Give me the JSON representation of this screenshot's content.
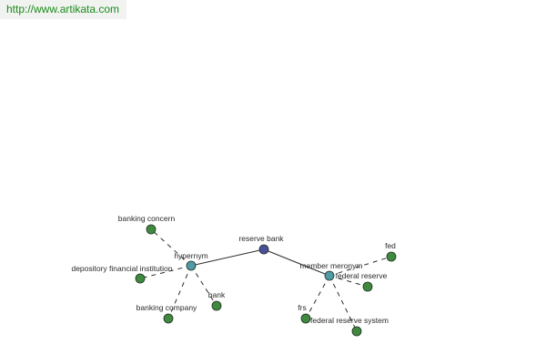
{
  "url": "http://www.artikata.com",
  "colors": {
    "root_node": "#4a4f9a",
    "relation_node": "#4f9aa5",
    "leaf_node": "#3f8a3f",
    "edge": "#2b2b2b"
  },
  "graph": {
    "nodes": [
      {
        "id": "root",
        "label": "reserve bank",
        "kind": "root"
      },
      {
        "id": "hyp",
        "label": "hypernym",
        "kind": "relation"
      },
      {
        "id": "mer",
        "label": "member meronym",
        "kind": "relation"
      },
      {
        "id": "bc",
        "label": "banking concern",
        "kind": "leaf"
      },
      {
        "id": "dfi",
        "label": "depository financial institution",
        "kind": "leaf"
      },
      {
        "id": "bco",
        "label": "banking company",
        "kind": "leaf"
      },
      {
        "id": "bank",
        "label": "bank",
        "kind": "leaf"
      },
      {
        "id": "fed",
        "label": "fed",
        "kind": "leaf"
      },
      {
        "id": "fr",
        "label": "federal reserve",
        "kind": "leaf"
      },
      {
        "id": "frs",
        "label": "frs",
        "kind": "leaf"
      },
      {
        "id": "frsys",
        "label": "federal reserve system",
        "kind": "leaf"
      }
    ],
    "edges": [
      {
        "from": "root",
        "to": "hyp",
        "style": "solid"
      },
      {
        "from": "root",
        "to": "mer",
        "style": "solid"
      },
      {
        "from": "hyp",
        "to": "bc",
        "style": "dashed"
      },
      {
        "from": "hyp",
        "to": "dfi",
        "style": "dashed"
      },
      {
        "from": "hyp",
        "to": "bco",
        "style": "dashed"
      },
      {
        "from": "hyp",
        "to": "bank",
        "style": "dashed"
      },
      {
        "from": "mer",
        "to": "fed",
        "style": "dashed"
      },
      {
        "from": "mer",
        "to": "fr",
        "style": "dashed"
      },
      {
        "from": "mer",
        "to": "frs",
        "style": "dashed"
      },
      {
        "from": "mer",
        "to": "frsys",
        "style": "dashed"
      }
    ]
  }
}
